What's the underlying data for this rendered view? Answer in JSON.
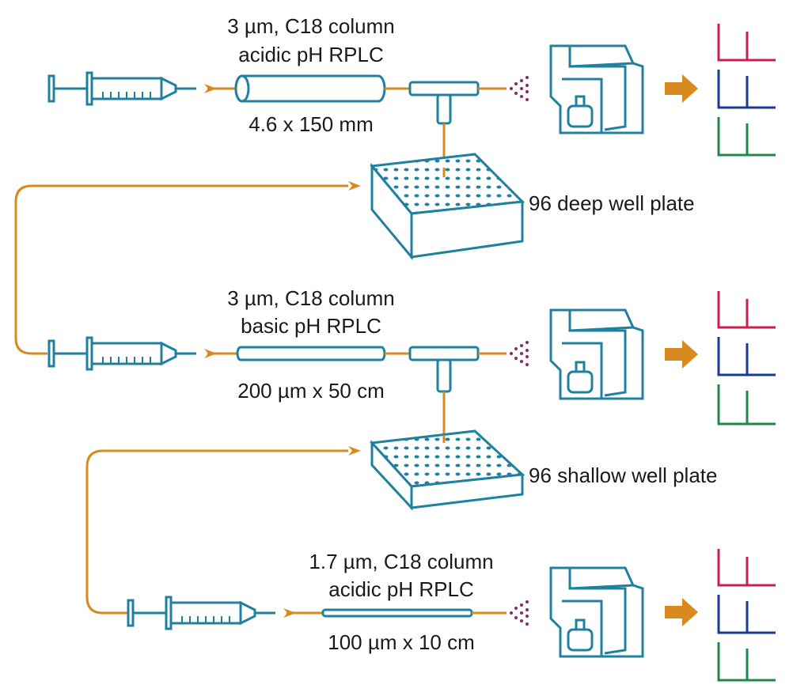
{
  "colors": {
    "device": "#1f80a0",
    "tubing": "#d98a1e",
    "spray": "#8b2a6a",
    "trace_red": "#c8204a",
    "trace_blue": "#1a3a9a",
    "trace_green": "#1e8a4a",
    "text": "#1a1a1a"
  },
  "stage1": {
    "column_line1": "3 µm, C18 column",
    "column_line2": "acidic pH RPLC",
    "column_dims": "4.6 x 150 mm"
  },
  "plate1": {
    "label": "96 deep well plate"
  },
  "stage2": {
    "column_line1": "3 µm, C18 column",
    "column_line2": "basic pH RPLC",
    "column_dims": "200 µm x 50 cm"
  },
  "plate2": {
    "label": "96 shallow well plate"
  },
  "stage3": {
    "column_line1": "1.7 µm, C18 column",
    "column_line2": "acidic pH RPLC",
    "column_dims": "100 µm x 10 cm"
  },
  "icons": [
    "syringe-icon",
    "column-icon",
    "tee-connector-icon",
    "spray-icon",
    "mass-spectrometer-icon",
    "arrow-right-icon",
    "spectra-icon",
    "well-plate-icon"
  ]
}
